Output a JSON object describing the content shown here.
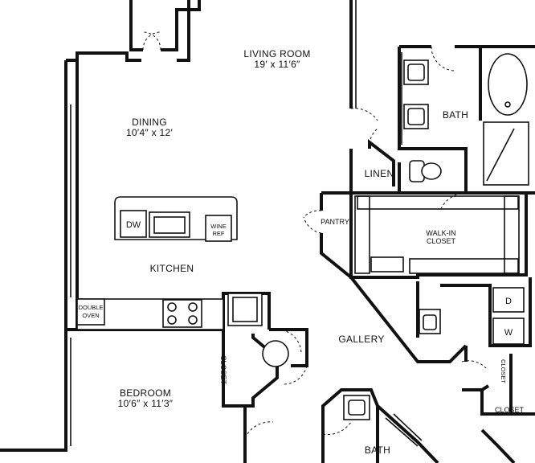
{
  "rooms": {
    "living_room": {
      "name": "LIVING ROOM",
      "dims": "19′ x 11′6″"
    },
    "dining": {
      "name": "DINING",
      "dims": "10′4″ x 12′"
    },
    "kitchen": {
      "name": "KITCHEN"
    },
    "bath_top": {
      "name": "BATH"
    },
    "linen": {
      "name": "LINEN"
    },
    "pantry": {
      "name": "PANTRY"
    },
    "walk_in_closet": {
      "line1": "WALK-IN",
      "line2": "CLOSET"
    },
    "gallery": {
      "name": "GALLERY"
    },
    "bedroom": {
      "name": "BEDROOM",
      "dims": "10′6″ x 11′3″"
    },
    "closet_bedroom": {
      "name": "CLOSET"
    },
    "closet_right": {
      "name": "CLOSET"
    },
    "closet_small": {
      "name": "CLOSET"
    },
    "bath_bottom": {
      "name": "BATH"
    }
  },
  "appliances": {
    "dishwasher": "DW",
    "wine_ref_line1": "WINE",
    "wine_ref_line2": "REF",
    "double_oven_line1": "DOUBLE",
    "double_oven_line2": "OVEN",
    "dryer": "D",
    "washer": "W"
  }
}
